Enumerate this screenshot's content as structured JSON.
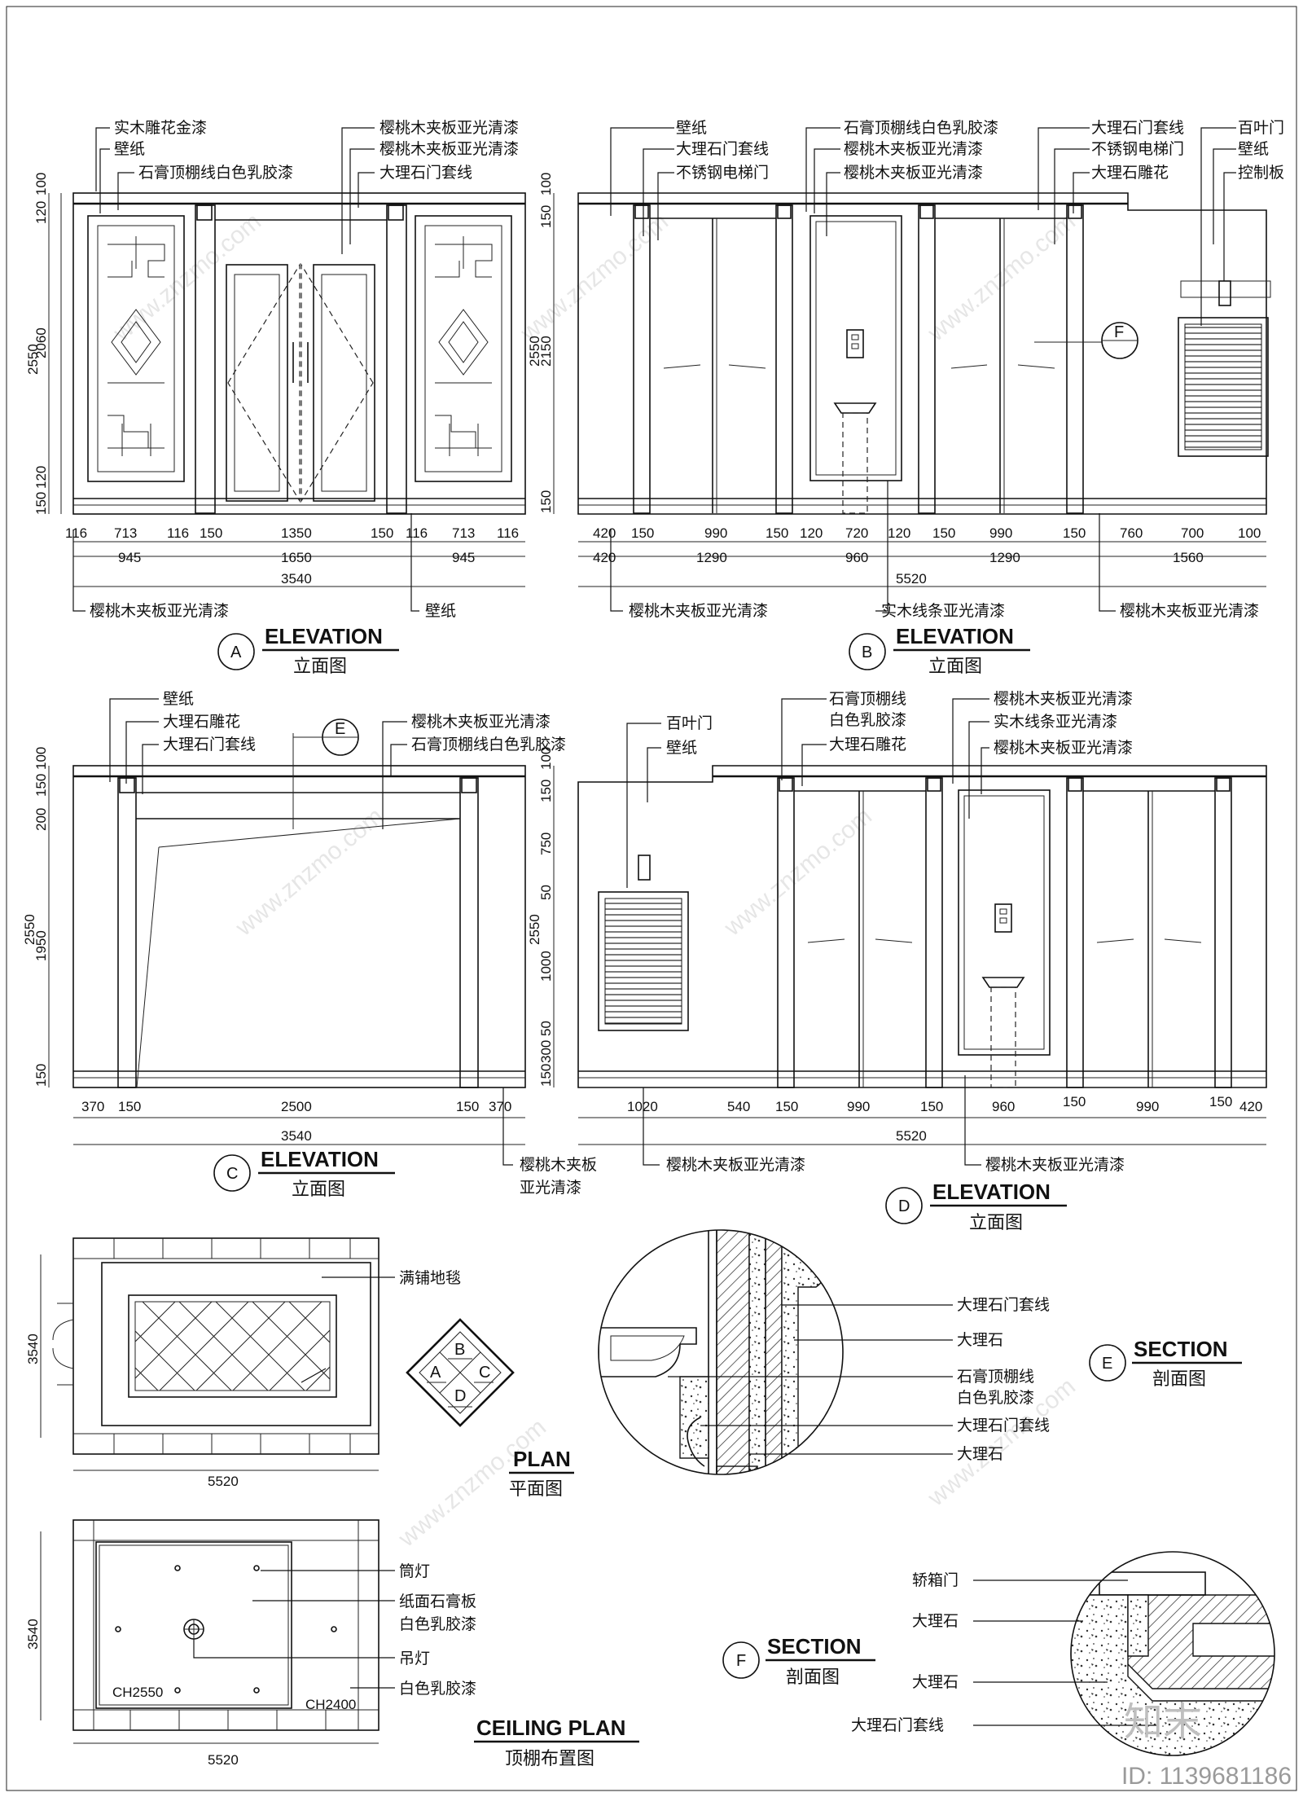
{
  "elevation_a": {
    "labels": [
      "实木雕花金漆",
      "壁纸",
      "石膏顶棚线白色乳胶漆",
      "樱桃木夹板亚光清漆",
      "樱桃木夹板亚光清漆",
      "大理石门套线"
    ],
    "bottom_labels": [
      "樱桃木夹板亚光清漆",
      "壁纸"
    ],
    "dims_row1": [
      "116",
      "713",
      "116",
      "150",
      "1350",
      "150",
      "116",
      "713",
      "116"
    ],
    "dims_row2": [
      "945",
      "1650",
      "945"
    ],
    "dims_total": "3540",
    "v_dims": [
      "100",
      "120",
      "2060",
      "120",
      "150"
    ],
    "v_total": "2550",
    "tag": "A",
    "title": "ELEVATION",
    "subtitle": "立面图"
  },
  "elevation_b": {
    "labels": [
      "壁纸",
      "大理石门套线",
      "不锈钢电梯门",
      "石膏顶棚线白色乳胶漆",
      "樱桃木夹板亚光清漆",
      "樱桃木夹板亚光清漆",
      "大理石门套线",
      "不锈钢电梯门",
      "大理石雕花",
      "百叶门",
      "壁纸",
      "控制板"
    ],
    "bottom_labels": [
      "樱桃木夹板亚光清漆",
      "实木线条亚光清漆",
      "樱桃木夹板亚光清漆"
    ],
    "dims_row1": [
      "420",
      "150",
      "990",
      "150",
      "120",
      "720",
      "120",
      "150",
      "990",
      "150",
      "760",
      "700",
      "100"
    ],
    "dims_row2": [
      "420",
      "1290",
      "960",
      "1290",
      "1560"
    ],
    "dims_total": "5520",
    "v_dims": [
      "100",
      "150",
      "2150",
      "150"
    ],
    "v_total": "2550",
    "section_mark": "F",
    "tag": "B",
    "title": "ELEVATION",
    "subtitle": "立面图"
  },
  "elevation_c": {
    "labels": [
      "壁纸",
      "大理石雕花",
      "大理石门套线",
      "樱桃木夹板亚光清漆",
      "石膏顶棚线白色乳胶漆"
    ],
    "bottom_label_1": "樱桃木夹板",
    "bottom_label_2": "亚光清漆",
    "dims_row1": [
      "370",
      "150",
      "2500",
      "150",
      "370"
    ],
    "dims_total": "3540",
    "v_dims": [
      "100",
      "150",
      "200",
      "1950",
      "150"
    ],
    "v_total": "2550",
    "section_mark": "E",
    "tag": "C",
    "title": "ELEVATION",
    "subtitle": "立面图"
  },
  "elevation_d": {
    "labels": [
      "百叶门",
      "壁纸",
      "石膏顶棚线",
      "白色乳胶漆",
      "大理石雕花",
      "樱桃木夹板亚光清漆",
      "实木线条亚光清漆",
      "樱桃木夹板亚光清漆"
    ],
    "bottom_labels": [
      "樱桃木夹板亚光清漆",
      "樱桃木夹板亚光清漆"
    ],
    "dims_row1": [
      "1020",
      "540",
      "150",
      "990",
      "150",
      "960",
      "150",
      "990",
      "150",
      "420"
    ],
    "dims_total": "5520",
    "v_dims": [
      "100",
      "150",
      "750",
      "50",
      "1000",
      "50",
      "300",
      "150"
    ],
    "v_total": "2550",
    "tag": "D",
    "title": "ELEVATION",
    "subtitle": "立面图"
  },
  "plan": {
    "label": "满铺地毯",
    "width": "5520",
    "height": "3540",
    "compass": [
      "B",
      "A",
      "C",
      "D"
    ],
    "title": "PLAN",
    "subtitle": "平面图"
  },
  "ceiling": {
    "labels": [
      "筒灯",
      "纸面石膏板",
      "白色乳胶漆",
      "吊灯",
      "白色乳胶漆"
    ],
    "ch1": "CH2550",
    "ch2": "CH2400",
    "width": "5520",
    "height": "3540",
    "title": "CEILING PLAN",
    "subtitle": "顶棚布置图"
  },
  "section_e": {
    "labels": [
      "大理石门套线",
      "大理石",
      "石膏顶棚线",
      "白色乳胶漆",
      "大理石门套线",
      "大理石"
    ],
    "tag": "E",
    "title": "SECTION",
    "subtitle": "剖面图"
  },
  "section_f": {
    "labels": [
      "轿箱门",
      "大理石",
      "大理石",
      "大理石门套线"
    ],
    "tag": "F",
    "title": "SECTION",
    "subtitle": "剖面图"
  },
  "watermark": "www.znzmo.com",
  "logo": "知末",
  "id_text": "ID: 1139681186"
}
